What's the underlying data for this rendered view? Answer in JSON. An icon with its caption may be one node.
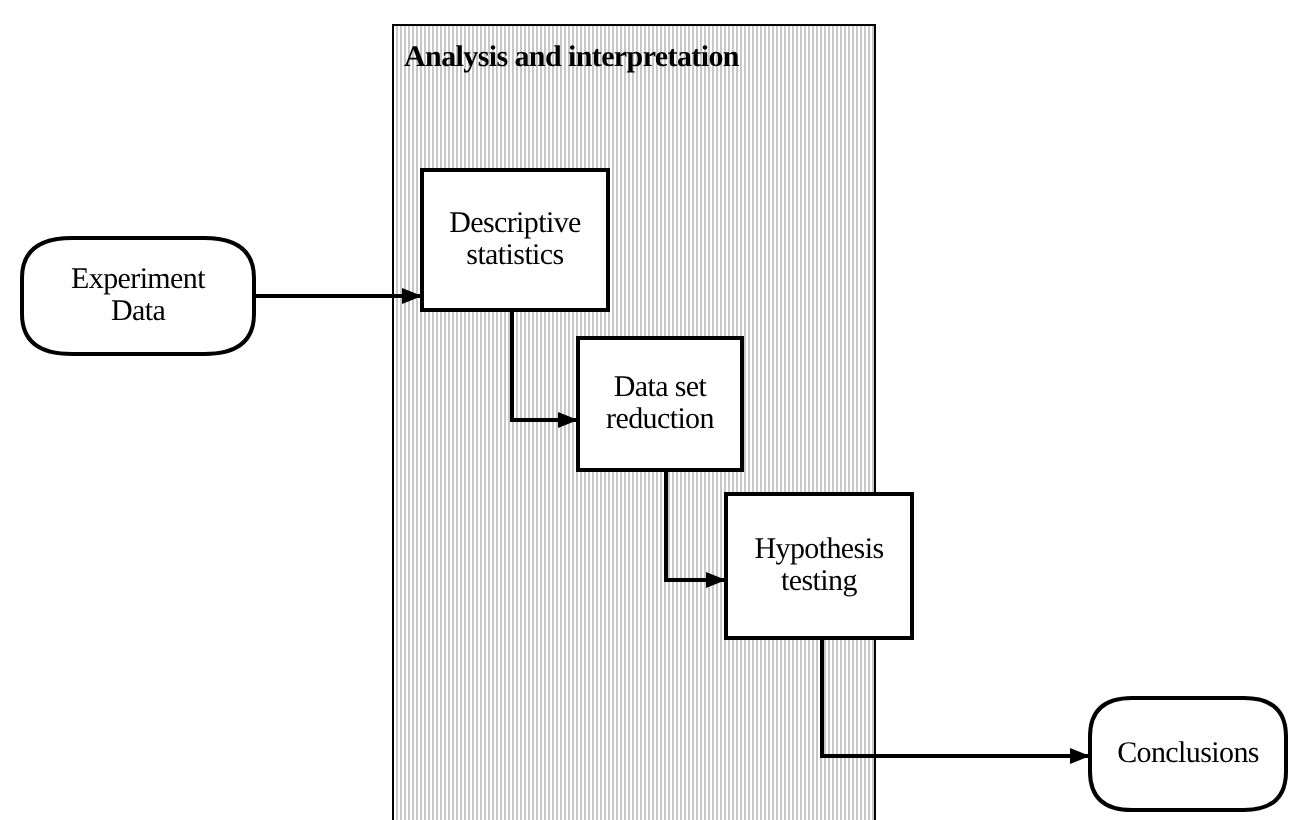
{
  "diagram": {
    "nodes": [
      {
        "text": [
          "Analysis and interpretation"
        ]
      },
      {
        "text": [
          "Experiment Data"
        ]
      },
      {
        "text": [
          "Descriptive statistics"
        ],
        "in": 0
      },
      {
        "text": [
          "Data set reduction"
        ],
        "in": 0
      },
      {
        "text": [
          "Hypothesis testing"
        ]
      },
      {
        "text": [
          "Conclusions"
        ]
      }
    ],
    "edges": [
      {
        "from": 1,
        "to": 2,
        "arrow": "to"
      },
      {
        "from": 2,
        "to": 3,
        "arrow": "to"
      },
      {
        "from": 3,
        "to": 4,
        "arrow": "to"
      },
      {
        "from": 4,
        "to": 5,
        "arrow": "to"
      }
    ]
  }
}
